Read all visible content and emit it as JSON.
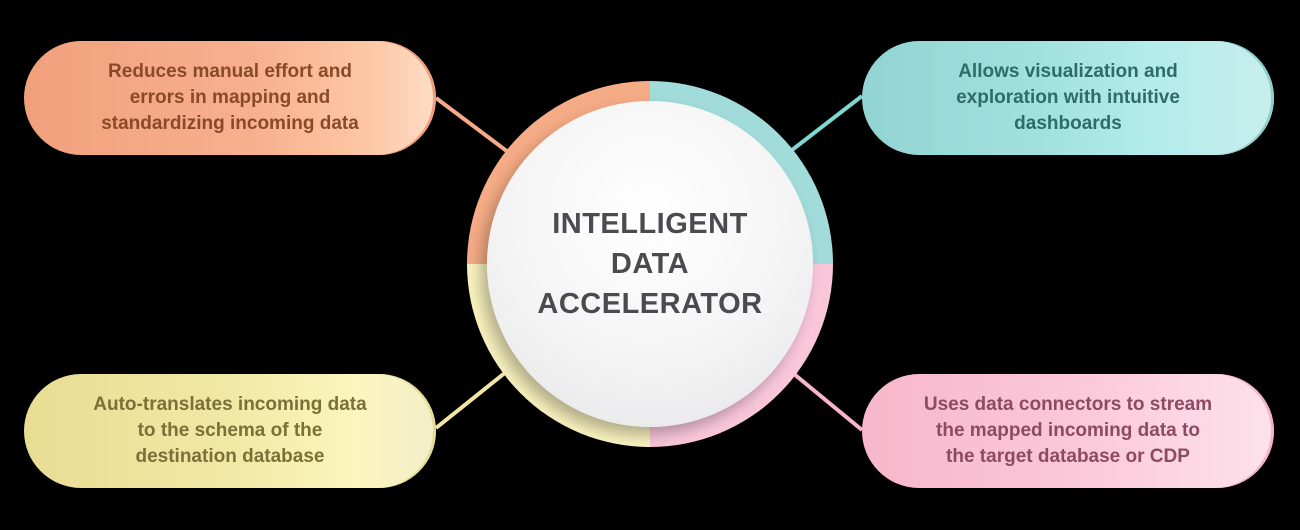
{
  "diagram": {
    "center": {
      "lines": [
        "INTELLIGENT",
        "DATA",
        "ACCELERATOR"
      ]
    },
    "nodes": [
      {
        "position": "top-left",
        "lines": [
          "Reduces manual effort and",
          "errors in mapping and",
          "standardizing incoming data"
        ],
        "color": "#f5ab85"
      },
      {
        "position": "top-right",
        "lines": [
          "Allows visualization and",
          "exploration with intuitive",
          "dashboards"
        ],
        "color": "#a1dcda"
      },
      {
        "position": "bottom-left",
        "lines": [
          "Auto-translates incoming data",
          "to the schema of the",
          "destination database"
        ],
        "color": "#f8f1be"
      },
      {
        "position": "bottom-right",
        "lines": [
          "Uses data connectors to stream",
          "the mapped incoming data to",
          "the target database or CDP"
        ],
        "color": "#f9c7d9"
      }
    ],
    "background": "#000000"
  }
}
